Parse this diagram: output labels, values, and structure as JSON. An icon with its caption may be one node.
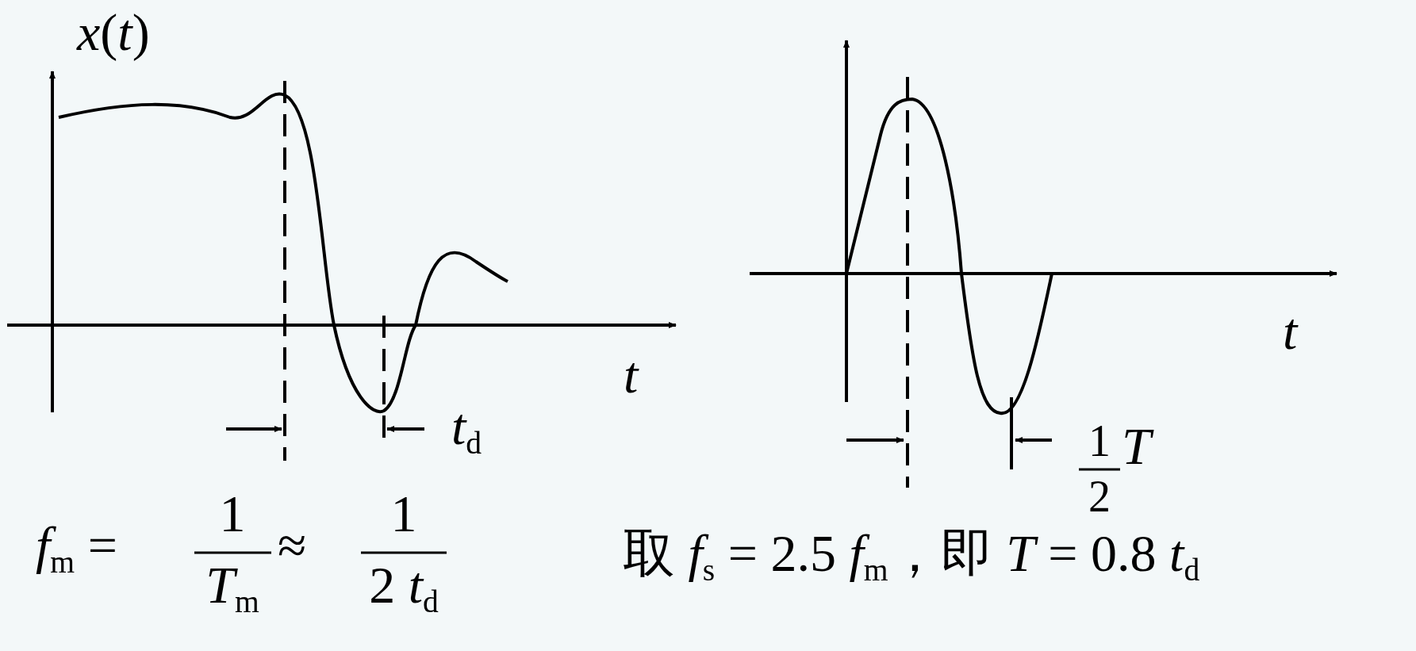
{
  "diagram": {
    "labels": [
      "*x*(*t*)",
      "*t*",
      "*t*$_{d}$",
      "*t*",
      "1",
      "2",
      "*T*",
      "*f*$_{m}$ =",
      "1",
      "*T*$_{m}$",
      "≈",
      "1",
      "2 *t*$_{d}$",
      "取 *f*$_{s}$ = 2.5 *f*$_{m}$，即 *T* = 0.8 *t*$_{d}$"
    ]
  }
}
